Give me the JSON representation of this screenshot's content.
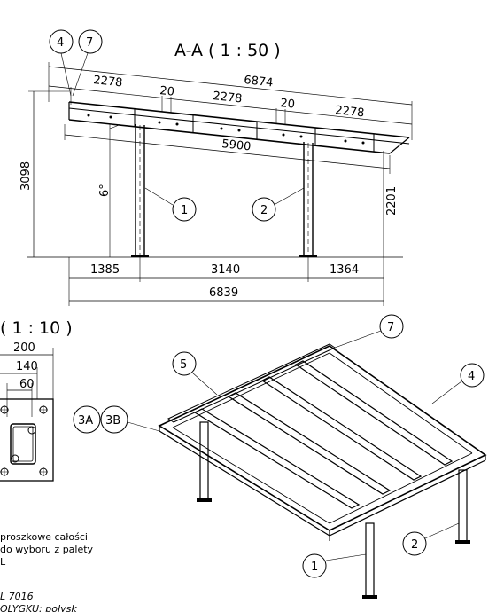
{
  "section_view": {
    "title": "A-A ( 1 : 50 )",
    "dims": {
      "overall_top": "6874",
      "seg1": "2278",
      "gap1": "20",
      "seg2": "2278",
      "gap2": "20",
      "seg3": "2278",
      "inner_span": "5900",
      "height_left": "3098",
      "height_right": "2201",
      "angle": "6°",
      "bottom_left": "1385",
      "bottom_mid": "3140",
      "bottom_right": "1364",
      "bottom_overall": "6839"
    },
    "balloons": {
      "b4": "4",
      "b7": "7",
      "b1": "1",
      "b2": "2"
    }
  },
  "detail_view": {
    "title": "( 1 : 10 )",
    "dims": {
      "w200": "200",
      "w140": "140",
      "w60": "60"
    }
  },
  "iso_view": {
    "balloons": {
      "b7": "7",
      "b5": "5",
      "b4": "4",
      "b3a": "3A",
      "b3b": "3B",
      "b2": "2",
      "b1": "1"
    }
  },
  "notes": {
    "line1": "proszkowe całości",
    "line2": "do wyboru z palety",
    "line3": "L",
    "line4": "L 7016",
    "line5": "OLYGKU: połysk"
  }
}
